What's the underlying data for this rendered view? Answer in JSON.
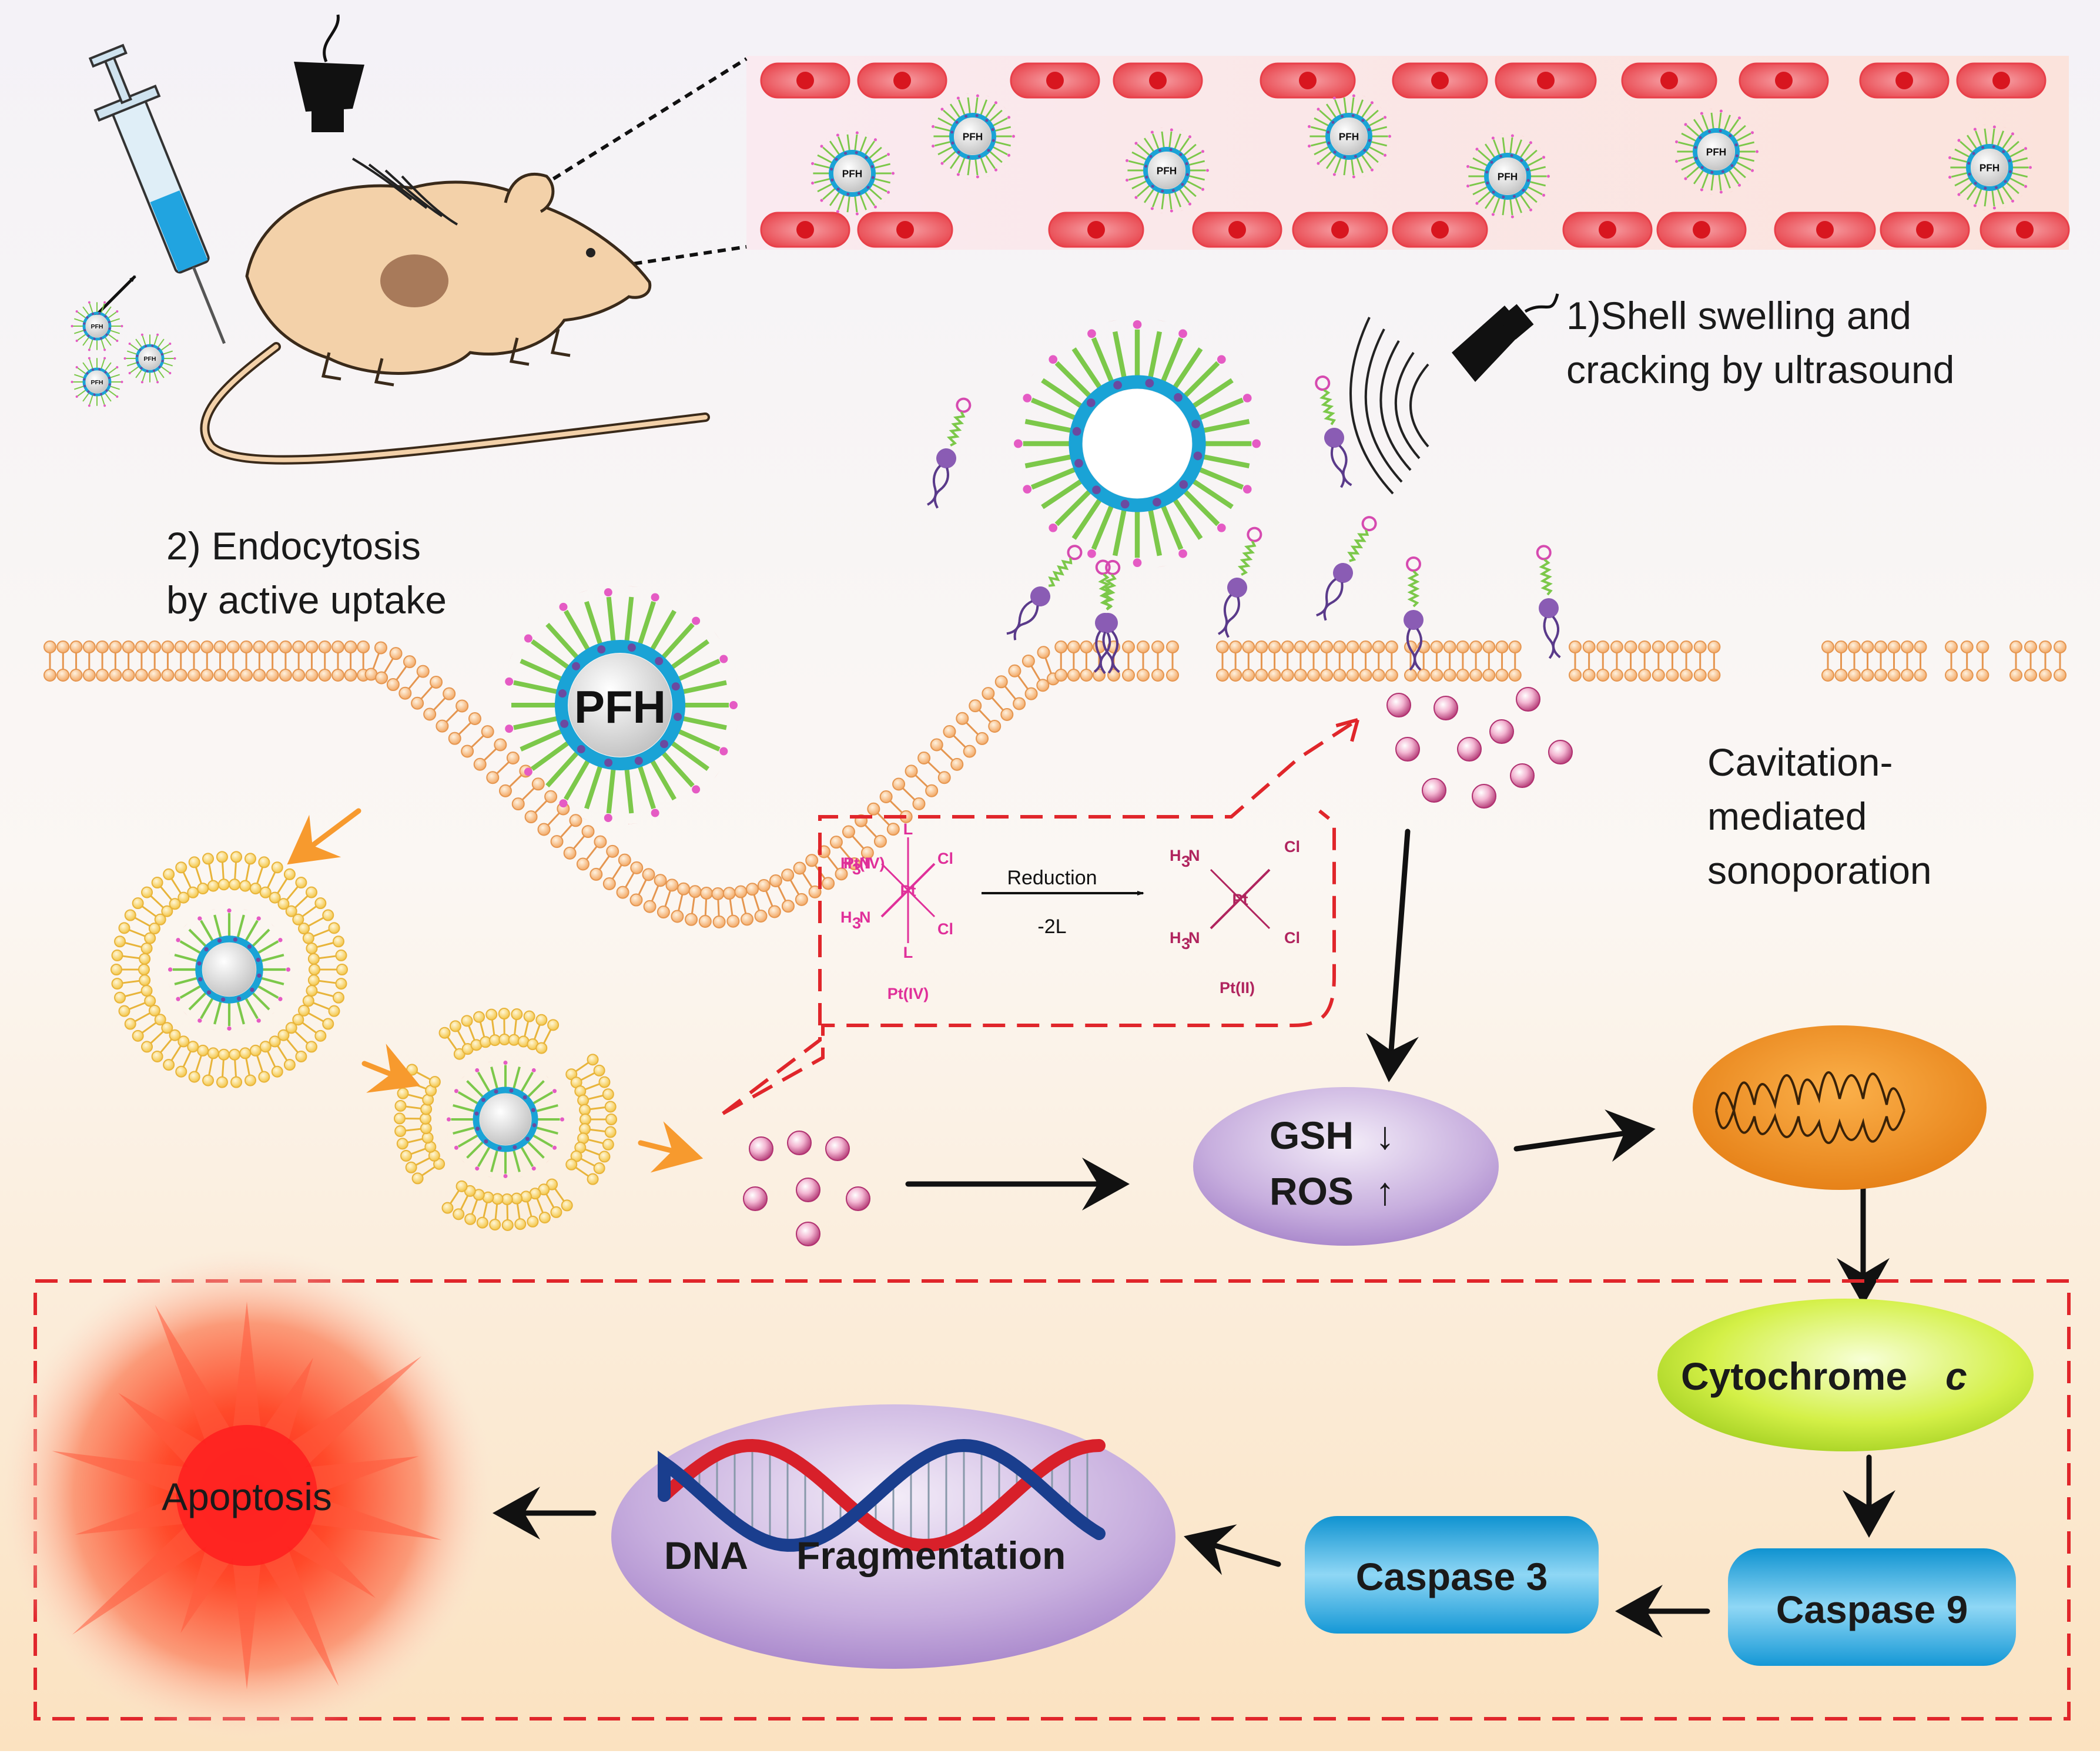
{
  "labels": {
    "step1_line1": "1)Shell swelling and",
    "step1_line2": "cracking by ultrasound",
    "step2_line1": "2) Endocytosis",
    "step2_line2": "by active uptake",
    "cavitation_line1": "Cavitation-",
    "cavitation_line2": "mediated",
    "cavitation_line3": "sonoporation",
    "pfh": "PFH",
    "pfh_small": "PFH",
    "reduction": "Reduction",
    "minus2l": "-2L",
    "pt4": "Pt(IV)",
    "pt2": "Pt(II)",
    "gsh": "GSH",
    "gsh_arrow": "↓",
    "ros": "ROS",
    "ros_arrow": "↑",
    "cytochrome": "Cytochrome",
    "cytochrome_c": "c",
    "caspase9": "Caspase 9",
    "caspase3": "Caspase 3",
    "dna": "DNA",
    "fragmentation": "Fragmentation",
    "apoptosis": "Apoptosis"
  },
  "chem": {
    "h3n": "H",
    "three": "3",
    "n": "N",
    "l": "L",
    "cl": "Cl",
    "pt": "Pt"
  },
  "colors": {
    "red_dash": "#e0262b",
    "membrane": "#f4b27a",
    "shell_blue": "#1aa3d6",
    "cytochrome_green": "#c6ec3a",
    "caspase_blue": "#2aa8e0",
    "ellipse_purple": "#b79ad3",
    "orange_arrow": "#f79a2e"
  }
}
